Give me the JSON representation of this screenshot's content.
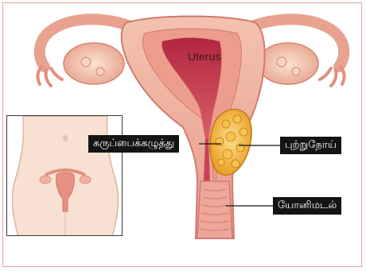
{
  "labels": {
    "uterus": "Uterus",
    "cervix": "கருப்பைக்கழுத்து",
    "cancer": "புற்றுநோய்",
    "vagina": "யோனிமடல்"
  },
  "colors": {
    "tissue_outer": "#f2b7a6",
    "tissue_inner": "#e47f7a",
    "cavity": "#c94155",
    "tumor": "#f2b233",
    "skin": "#f8e1d2",
    "tag_bg": "#141414",
    "tag_text": "#ffffff"
  }
}
